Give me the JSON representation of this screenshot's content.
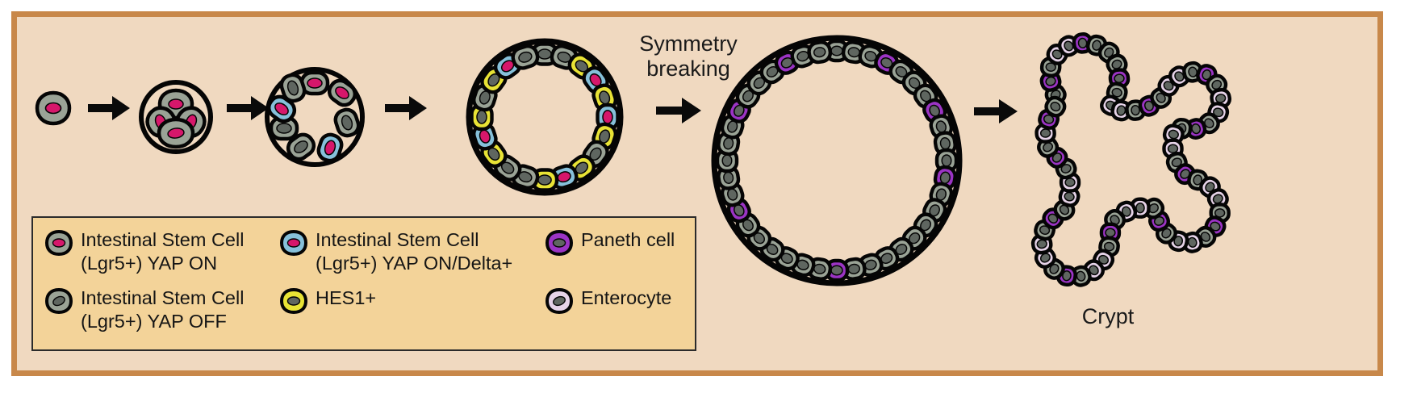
{
  "figure": {
    "background_color": "#f0d9c0",
    "border_color": "#c8884a",
    "symmetry_breaking_label": "Symmetry\nbreaking",
    "crypt_label": "Crypt"
  },
  "palette": {
    "cell_gray": "#9aa396",
    "nucleus_magenta": "#d6176b",
    "nucleus_gray": "#5f6660",
    "cell_blue": "#86c0da",
    "cell_yellow": "#e8e335",
    "cell_purple": "#9b34c4",
    "cell_pink": "#e6d3e8",
    "outline": "#050505"
  },
  "legend": {
    "background_color": "#f3d399",
    "items": [
      {
        "id": "isc-yap-on",
        "label": "Intestinal Stem Cell\n(Lgr5+)  YAP ON",
        "body_color": "#9aa396",
        "nucleus_color": "#d6176b"
      },
      {
        "id": "isc-yap-off",
        "label": "Intestinal Stem Cell\n(Lgr5+)  YAP OFF",
        "body_color": "#9aa396",
        "nucleus_color": "#5f6660"
      },
      {
        "id": "isc-yap-on-delta",
        "label": "Intestinal Stem Cell\n(Lgr5+)  YAP ON/Delta+",
        "body_color": "#86c0da",
        "nucleus_color": "#d6176b"
      },
      {
        "id": "hes1",
        "label": "HES1+",
        "body_color": "#e8e335",
        "nucleus_color": "#5f6660"
      },
      {
        "id": "paneth",
        "label": "Paneth cell",
        "body_color": "#9b34c4",
        "nucleus_color": "#5f6660"
      },
      {
        "id": "enterocyte",
        "label": "Enterocyte",
        "body_color": "#e6d3e8",
        "nucleus_color": "#5f6660"
      }
    ]
  },
  "stages": [
    {
      "id": "single-cell",
      "name": "single cell",
      "cell_count": 1
    },
    {
      "id": "four-cell-cluster",
      "name": "four cell cluster",
      "cell_count": 4
    },
    {
      "id": "early-ring",
      "name": "early ring / cyst",
      "cell_count": 10
    },
    {
      "id": "patterned-ring",
      "name": "patterned ring",
      "cell_count": 20
    },
    {
      "id": "large-sphere",
      "name": "large sphere after symmetry breaking",
      "cell_count": 40
    },
    {
      "id": "crypt",
      "name": "budded crypt organoid",
      "cell_count": 64
    }
  ],
  "arrows": [
    {
      "id": "arrow-1"
    },
    {
      "id": "arrow-2"
    },
    {
      "id": "arrow-3"
    },
    {
      "id": "arrow-4"
    },
    {
      "id": "arrow-5"
    }
  ]
}
